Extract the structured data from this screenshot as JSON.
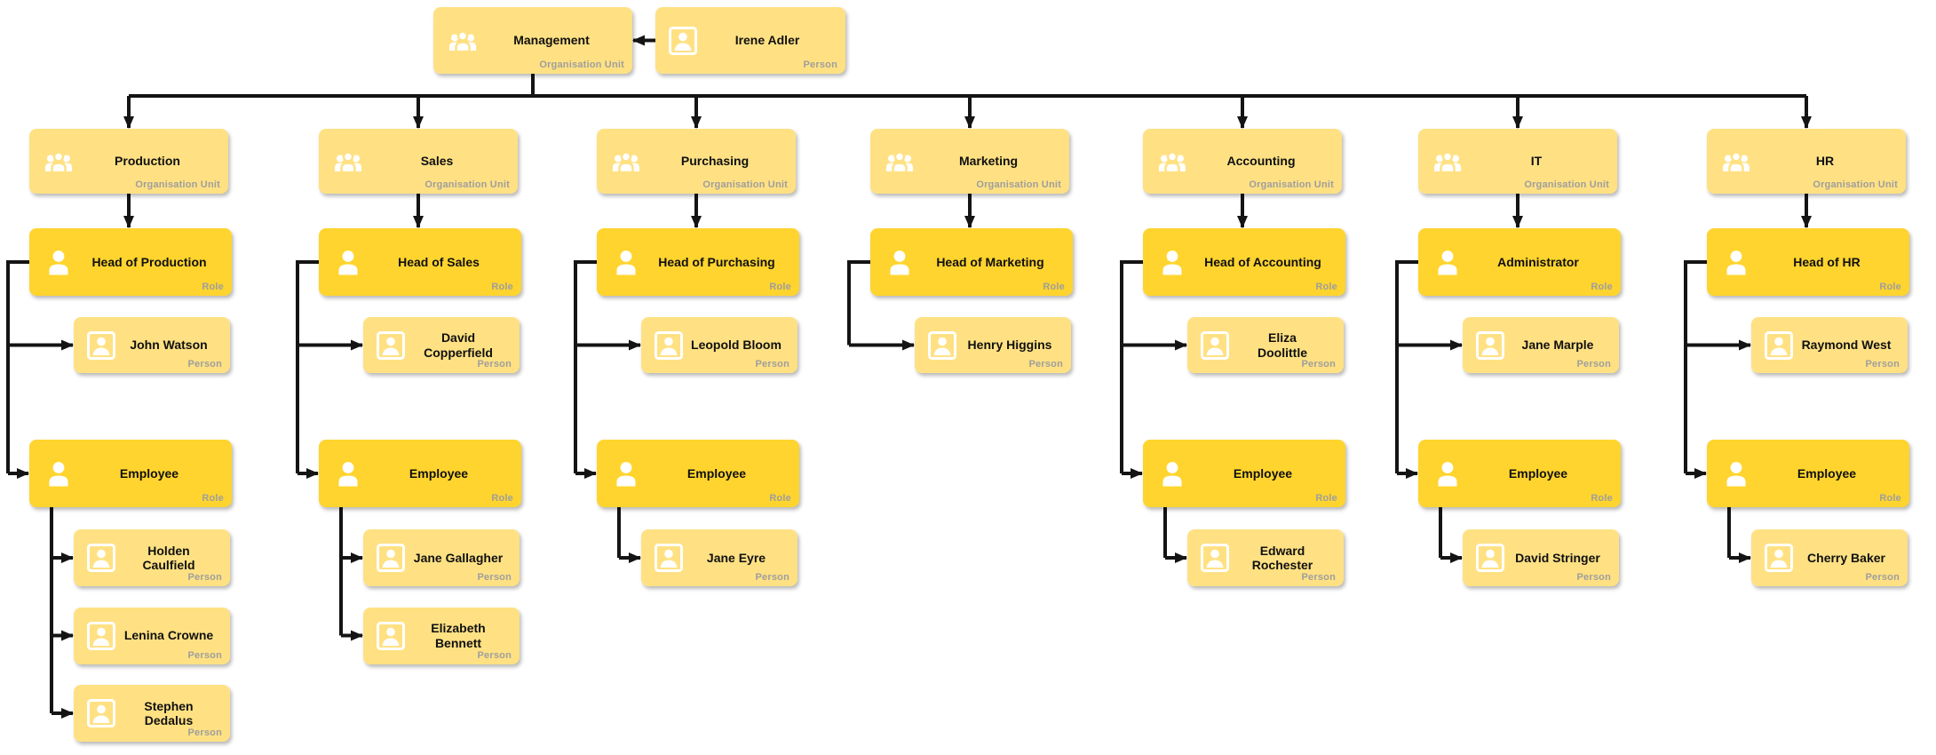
{
  "diagram": {
    "root": {
      "title": "Management"
    },
    "root_person": {
      "title": "Irene Adler"
    },
    "type_labels": {
      "unit": "Organisation Unit",
      "role": "Role",
      "person": "Person"
    },
    "columns": [
      {
        "unit": "Production",
        "head": "Head of Production",
        "head_people": [
          "John Watson"
        ],
        "employee": "Employee",
        "employee_people": [
          "Holden\nCaulfield",
          "Lenina Crowne",
          "Stephen\nDedalus"
        ]
      },
      {
        "unit": "Sales",
        "head": "Head of Sales",
        "head_people": [
          "David\nCopperfield"
        ],
        "employee": "Employee",
        "employee_people": [
          "Jane Gallagher",
          "Elizabeth\nBennett"
        ]
      },
      {
        "unit": "Purchasing",
        "head": "Head of Purchasing",
        "head_people": [
          "Leopold Bloom"
        ],
        "employee": "Employee",
        "employee_people": [
          "Jane Eyre"
        ]
      },
      {
        "unit": "Marketing",
        "head": "Head of Marketing",
        "head_people": [
          "Henry Higgins"
        ],
        "employee": null,
        "employee_people": []
      },
      {
        "unit": "Accounting",
        "head": "Head of Accounting",
        "head_people": [
          "Eliza\nDoolittle"
        ],
        "employee": "Employee",
        "employee_people": [
          "Edward\nRochester"
        ]
      },
      {
        "unit": "IT",
        "head": "Administrator",
        "head_people": [
          "Jane Marple"
        ],
        "employee": "Employee",
        "employee_people": [
          "David Stringer"
        ]
      },
      {
        "unit": "HR",
        "head": "Head of HR",
        "head_people": [
          "Raymond West"
        ],
        "employee": "Employee",
        "employee_people": [
          "Cherry Baker"
        ]
      }
    ],
    "colors": {
      "unit_fill": "#FFE183",
      "role_fill": "#FFD42E",
      "person_fill": "#FFE183",
      "edge": "#141414",
      "title_text": "#101010",
      "type_label_text": "#9E9E9E"
    }
  }
}
